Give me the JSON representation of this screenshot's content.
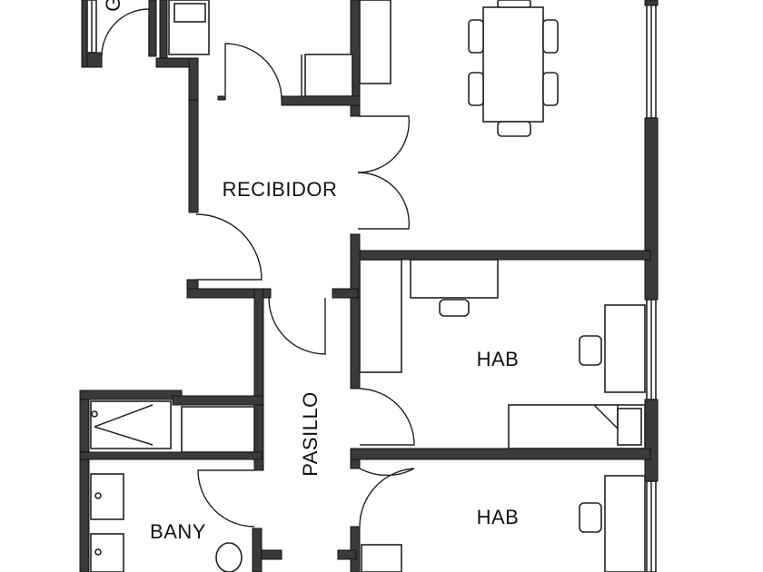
{
  "rooms": {
    "recibidor": "RECIBIDOR",
    "hab_1": "HAB",
    "hab_2": "HAB",
    "pasillo": "PASILLO",
    "bany": "BANY",
    "partial_top_left": "G"
  },
  "colors": {
    "wall": "#3a3a3a",
    "line": "#222222",
    "background": "#ffffff"
  }
}
